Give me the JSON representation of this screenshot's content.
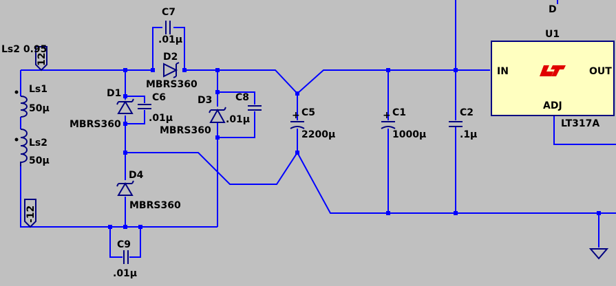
{
  "schematic": {
    "labels": {
      "ls_coupling": "Ls2 0.95",
      "net_pos": "12",
      "net_neg": "-12",
      "d_top": "D",
      "d1": "D1",
      "d1_model": "MBRS360",
      "d2": "D2",
      "d2_model": "MBRS360",
      "d3": "D3",
      "d3_model": "MBRS360",
      "d4": "D4",
      "d4_model": "MBRS360",
      "c7": "C7",
      "c7_val": ".01µ",
      "c6": "C6",
      "c6_val": ".01µ",
      "c8": "C8",
      "c8_val": ".01µ",
      "c9": "C9",
      "c9_val": ".01µ",
      "c5": "C5",
      "c5_val": "2200µ",
      "c1": "C1",
      "c1_val": "1000µ",
      "c2": "C2",
      "c2_val": ".1µ",
      "ls1": "Ls1",
      "ls1_val": "50µ",
      "ls2": "Ls2",
      "ls2_val": "50µ",
      "u1": "U1",
      "u1_model": "LT317A",
      "pin_in": "IN",
      "pin_out": "OUT",
      "pin_adj": "ADJ"
    },
    "colors": {
      "background": "#c0c0c0",
      "wire": "#0000ff",
      "component": "#000080",
      "ic_fill": "#ffffc0",
      "logo": "#e00000"
    }
  }
}
